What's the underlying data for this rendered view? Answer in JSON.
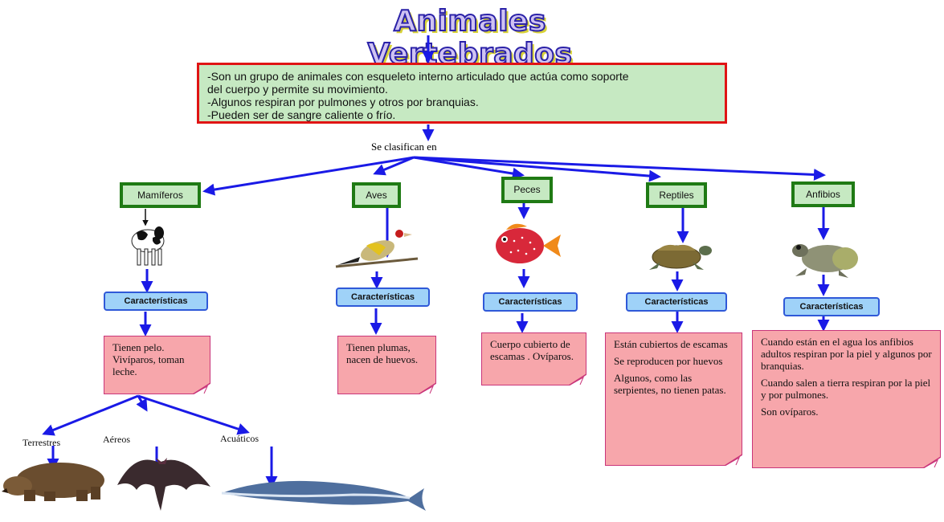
{
  "title": "Animales Vertebrados",
  "intro": [
    "-Son un grupo de animales con esqueleto interno articulado que actúa como soporte",
    "del cuerpo y permite su movimiento.",
    "-Algunos respiran por pulmones y otros por branquias.",
    "-Pueden ser de sangre caliente o frío."
  ],
  "classify_label": "Se clasifican en",
  "characteristics_label": "Características",
  "categories": {
    "mamiferos": {
      "label": "Mamíferos",
      "note": [
        "Tienen pelo. Vivíparos, toman leche."
      ],
      "subgroups": [
        "Terrestres",
        "Aéreos",
        "Acuáticos"
      ]
    },
    "aves": {
      "label": "Aves",
      "note": [
        "Tienen plumas, nacen de huevos."
      ]
    },
    "peces": {
      "label": "Peces",
      "note": [
        "Cuerpo cubierto de escamas . Ovíparos."
      ]
    },
    "reptiles": {
      "label": "Reptiles",
      "note": [
        "Están cubiertos de escamas",
        "Se reproducen por huevos",
        "Algunos, como las serpientes, no tienen patas."
      ]
    },
    "anfibios": {
      "label": "Anfibios",
      "note": [
        "Cuando están en el agua los anfibios adultos respiran por la piel y algunos por branquias.",
        "Cuando salen a tierra respiran por la piel y por pulmones.",
        "Son ovíparos."
      ]
    }
  },
  "colors": {
    "arrow": "#1a1ae6",
    "intro_border": "#e01414",
    "category_border": "#1f7a14",
    "note_fill": "#f7a6ab"
  }
}
